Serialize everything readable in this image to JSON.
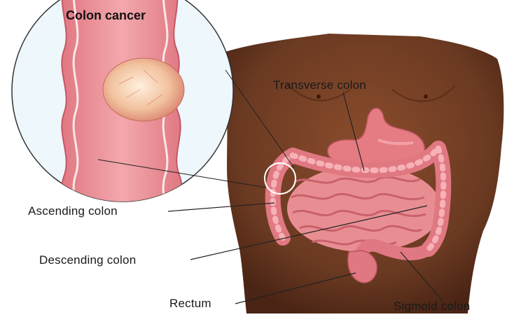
{
  "diagram": {
    "title": "Colon cancer",
    "labels": {
      "transverse": "Transverse colon",
      "ascending": "Ascending colon",
      "descending": "Descending colon",
      "rectum": "Rectum",
      "sigmoid": "Sigmoid colon"
    },
    "colors": {
      "skin": "#6b3a22",
      "skin_shadow": "#4a2414",
      "colon": "#e8909a",
      "colon_dark": "#c5606c",
      "intestine": "#f0a3a7",
      "stomach": "#e97f86",
      "tumor": "#f5c9a8",
      "inset_bg": "#eef7fb"
    }
  }
}
